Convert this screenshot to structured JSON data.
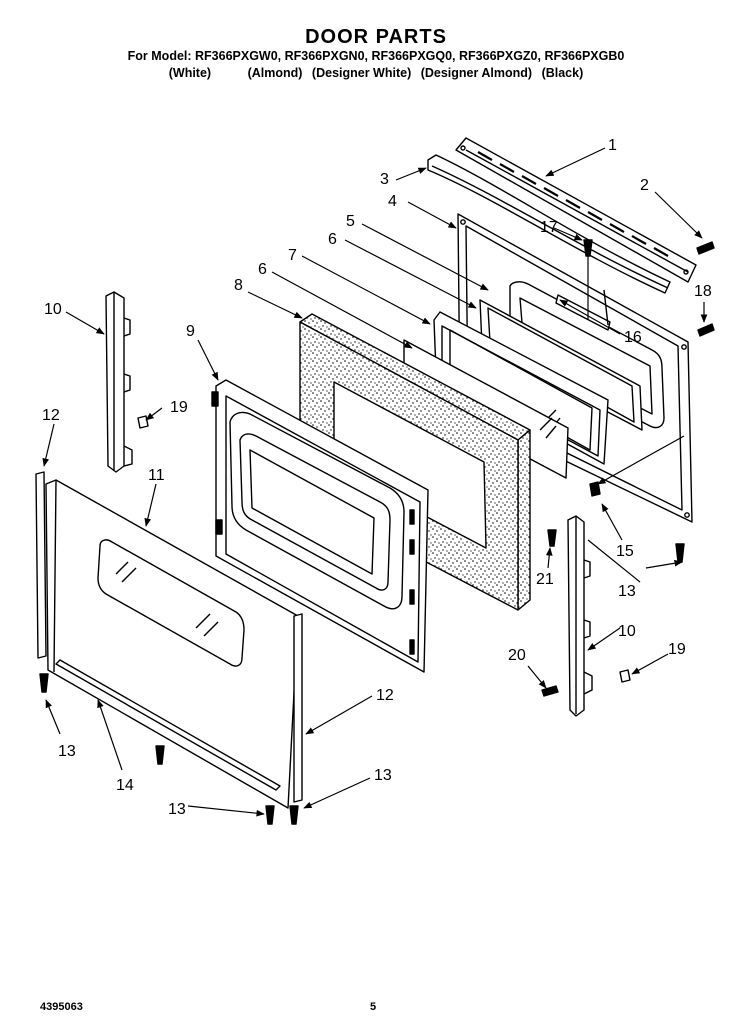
{
  "header": {
    "title": "DOOR PARTS",
    "models_line": "For Model: RF366PXGW0, RF366PXGN0, RF366PXGQ0, RF366PXGZ0, RF366PXGB0",
    "colors": [
      "(White)",
      "(Almond)",
      "(Designer White)",
      "(Designer Almond)",
      "(Black)"
    ]
  },
  "callouts": [
    {
      "id": "c1",
      "label": "1"
    },
    {
      "id": "c2",
      "label": "2"
    },
    {
      "id": "c3",
      "label": "3"
    },
    {
      "id": "c4",
      "label": "4"
    },
    {
      "id": "c5",
      "label": "5"
    },
    {
      "id": "c6a",
      "label": "6"
    },
    {
      "id": "c6b",
      "label": "6"
    },
    {
      "id": "c7",
      "label": "7"
    },
    {
      "id": "c8",
      "label": "8"
    },
    {
      "id": "c9",
      "label": "9"
    },
    {
      "id": "c10a",
      "label": "10"
    },
    {
      "id": "c10b",
      "label": "10"
    },
    {
      "id": "c11",
      "label": "11"
    },
    {
      "id": "c12a",
      "label": "12"
    },
    {
      "id": "c12b",
      "label": "12"
    },
    {
      "id": "c13a",
      "label": "13"
    },
    {
      "id": "c13b",
      "label": "13"
    },
    {
      "id": "c13c",
      "label": "13"
    },
    {
      "id": "c13d",
      "label": "13"
    },
    {
      "id": "c14",
      "label": "14"
    },
    {
      "id": "c15",
      "label": "15"
    },
    {
      "id": "c16",
      "label": "16"
    },
    {
      "id": "c17",
      "label": "17"
    },
    {
      "id": "c18",
      "label": "18"
    },
    {
      "id": "c19a",
      "label": "19"
    },
    {
      "id": "c19b",
      "label": "19"
    },
    {
      "id": "c20",
      "label": "20"
    },
    {
      "id": "c21",
      "label": "21"
    }
  ],
  "footer": {
    "doc_number": "4395063",
    "page_number": "5"
  }
}
